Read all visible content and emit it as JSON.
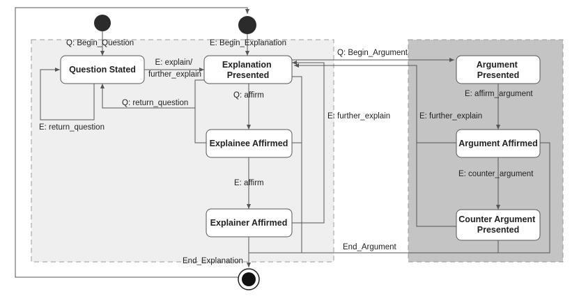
{
  "states": {
    "question_stated": "Question Stated",
    "explanation_presented": [
      "Explanation",
      "Presented"
    ],
    "explainee_affirmed": "Explainee Affirmed",
    "explainer_affirmed": "Explainer Affirmed",
    "argument_presented": [
      "Argument",
      "Presented"
    ],
    "argument_affirmed": "Argument Affirmed",
    "counter_argument_presented": [
      "Counter Argument",
      "Presented"
    ]
  },
  "transitions": {
    "begin_question": "Q: Begin_Question",
    "begin_explanation": "E: Begin_Explanation",
    "explain": [
      "E: explain/",
      "further_explain"
    ],
    "return_question_q": "Q: return_question",
    "return_question_e": "E: return_question",
    "affirm_q": "Q: affirm",
    "affirm_e": "E: affirm",
    "further_explain_left": "E: further_explain",
    "further_explain_right": "E: further_explain",
    "begin_argument": "Q: Begin_Argument",
    "affirm_argument": "E: affirm_argument",
    "counter_argument": "E: counter_argument",
    "end_argument": "End_Argument",
    "end_explanation": "End_Explanation"
  },
  "colors": {
    "explanation_region": "#efefef",
    "argument_region": "#c4c4c4",
    "node_fill": "#2b2b2b",
    "stroke": "#555555"
  }
}
